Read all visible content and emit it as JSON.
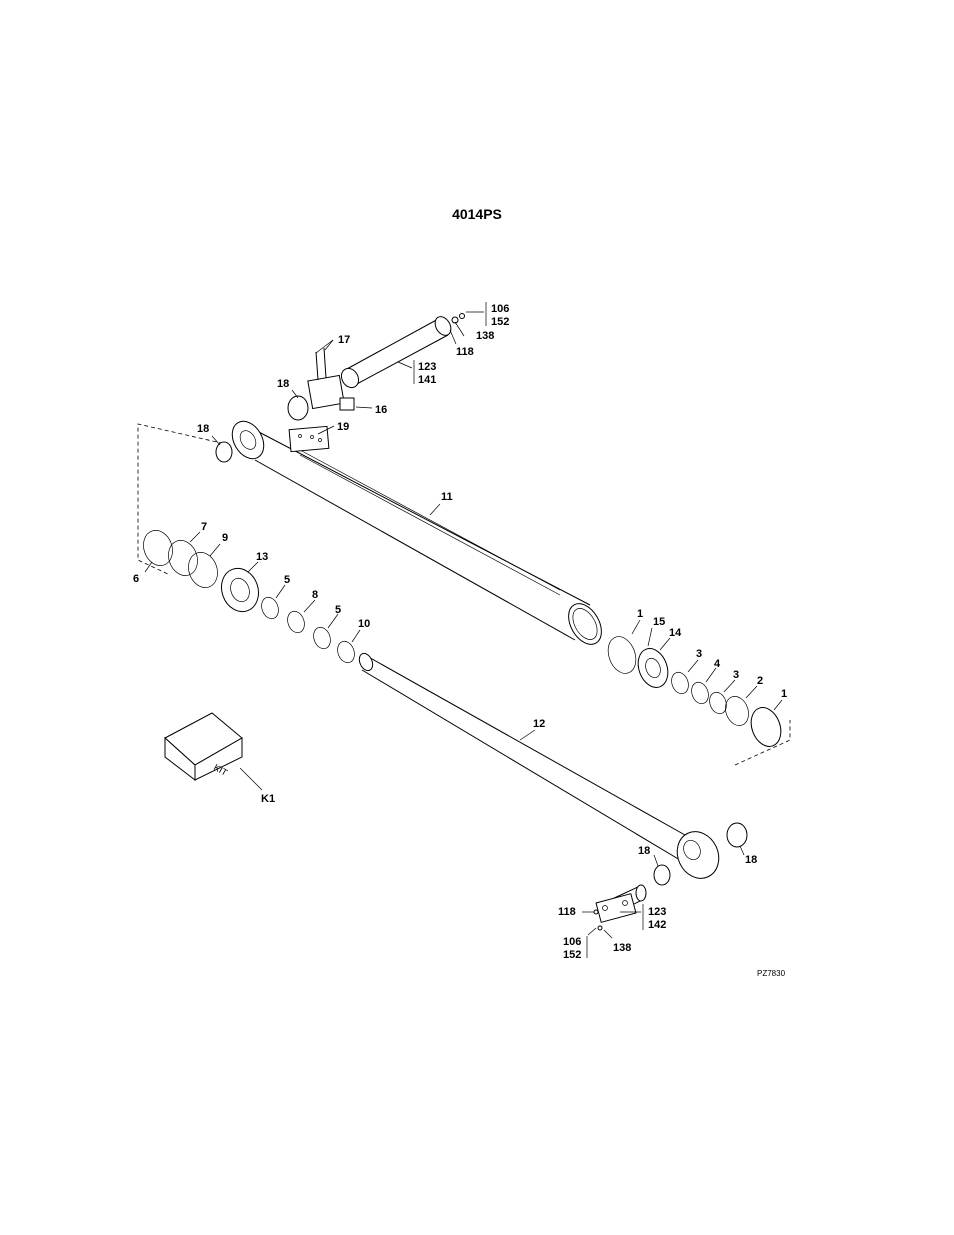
{
  "title": "4014PS",
  "drawing_code": "PZ7830",
  "kit_box_text": "KIT",
  "callouts": {
    "c106a": "106",
    "c152a": "152",
    "c138a": "138",
    "c118a": "118",
    "c17": "17",
    "c123a": "123",
    "c141": "141",
    "c18a": "18",
    "c16": "16",
    "c18b": "18",
    "c19": "19",
    "c11": "11",
    "c7": "7",
    "c9": "9",
    "c6": "6",
    "c13": "13",
    "c5a": "5",
    "c8": "8",
    "c5b": "5",
    "c10": "10",
    "c1a": "1",
    "c15": "15",
    "c14": "14",
    "c3a": "3",
    "c4": "4",
    "c3b": "3",
    "c2": "2",
    "c1b": "1",
    "c12": "12",
    "cK1": "K1",
    "c18c": "18",
    "c18d": "18",
    "c118b": "118",
    "c123b": "123",
    "c142": "142",
    "c106b": "106",
    "c152b": "152",
    "c138b": "138"
  }
}
